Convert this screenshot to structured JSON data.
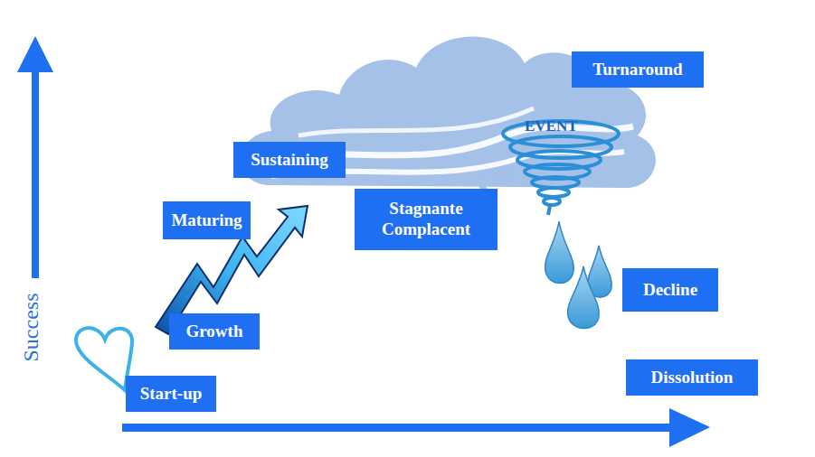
{
  "diagram": {
    "nodes": [
      {
        "text": [
          "Start-up"
        ]
      },
      {
        "text": [
          "Growth"
        ]
      },
      {
        "text": [
          "Maturing"
        ]
      },
      {
        "text": [
          "Sustaining"
        ]
      },
      {
        "text": [
          "Stagnante Complacent"
        ]
      },
      {
        "text": [
          "Turnaround"
        ]
      },
      {
        "text": [
          "Decline"
        ]
      },
      {
        "text": [
          "Dissolution"
        ]
      }
    ],
    "edges": [],
    "labels": [
      "EVENT",
      "Success"
    ]
  }
}
